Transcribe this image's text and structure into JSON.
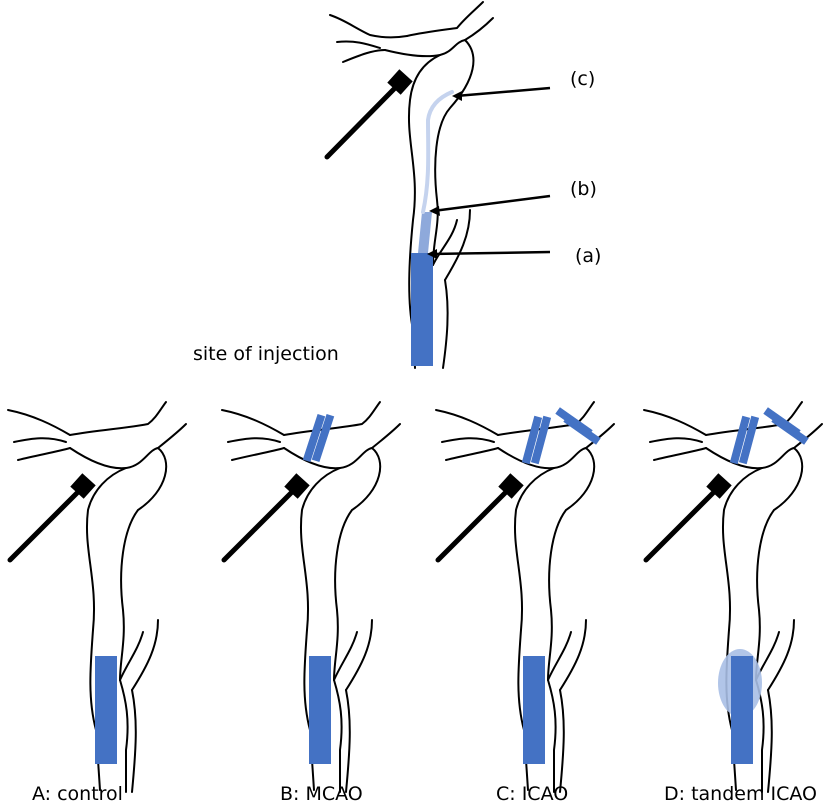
{
  "main_diagram": {
    "caption": "site of injection",
    "markers": {
      "a": "(a)",
      "b": "(b)",
      "c": "(c)"
    }
  },
  "panels": [
    {
      "caption": "A: control"
    },
    {
      "caption": "B: MCAO"
    },
    {
      "caption": "C: ICAO"
    },
    {
      "caption": "D: tandem ICAO"
    }
  ],
  "colors": {
    "injection_dark": "#4472c4",
    "injection_mid": "#8ea9db",
    "injection_light": "#c5d3ee",
    "occlusion_clip": "#4472c4",
    "balloon": "#a9bfe6",
    "catheter": "#000000"
  },
  "icons": {
    "catheter": "catheter-icon",
    "clip": "clip-icon",
    "balloon": "balloon-icon"
  }
}
